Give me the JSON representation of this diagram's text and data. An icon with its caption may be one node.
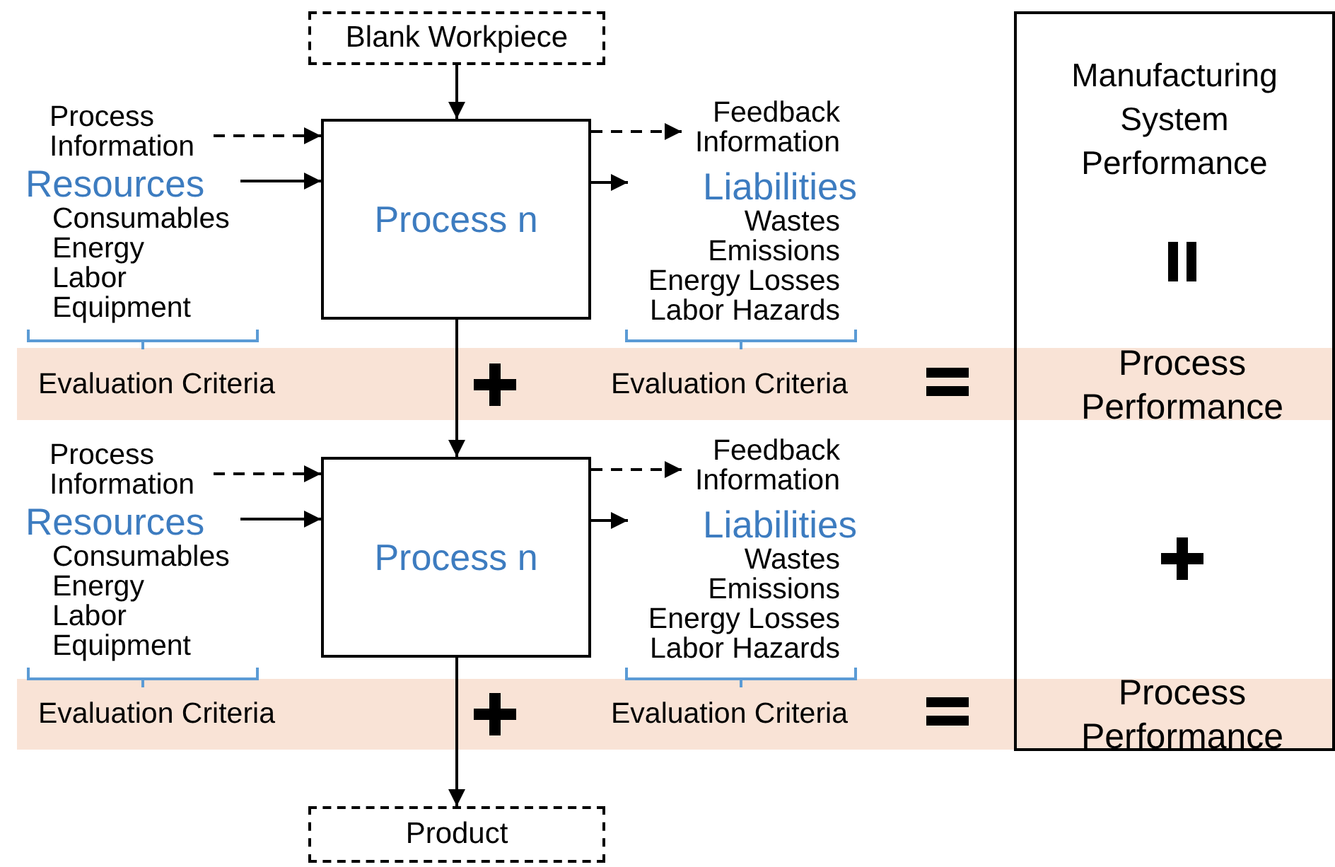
{
  "diagram": {
    "nodes": [
      {
        "text": [
          "Blank Workpiece"
        ]
      },
      {
        "text": [
          "Process n"
        ]
      },
      {
        "text": [
          "Process Information"
        ]
      },
      {
        "text": [
          "Resources",
          "Consumables",
          "Energy",
          "Labor",
          "Equipment"
        ]
      },
      {
        "text": [
          "Feedback Information"
        ]
      },
      {
        "text": [
          "Liabilities",
          "Wastes",
          "Emissions",
          "Energy Losses",
          "Labor Hazards"
        ]
      },
      {
        "text": [
          "Process n"
        ]
      },
      {
        "text": [
          "Process Information"
        ]
      },
      {
        "text": [
          "Resources",
          "Consumables",
          "Energy",
          "Labor",
          "Equipment"
        ]
      },
      {
        "text": [
          "Feedback Information"
        ]
      },
      {
        "text": [
          "Liabilities",
          "Wastes",
          "Emissions",
          "Energy Losses",
          "Labor Hazards"
        ]
      },
      {
        "text": [
          "Product"
        ]
      },
      {
        "text": [
          "Manufacturing System Performance"
        ]
      }
    ],
    "edges": [
      {
        "from": 0,
        "to": 1,
        "arrow": "to"
      },
      {
        "from": 2,
        "to": 1,
        "arrow": "to",
        "style": "dashed"
      },
      {
        "from": 3,
        "to": 1,
        "arrow": "to"
      },
      {
        "from": 1,
        "to": 4,
        "arrow": "to",
        "style": "dashed"
      },
      {
        "from": 1,
        "to": 5,
        "arrow": "to"
      },
      {
        "from": 1,
        "to": 6,
        "arrow": "to"
      },
      {
        "from": 7,
        "to": 6,
        "arrow": "to",
        "style": "dashed"
      },
      {
        "from": 8,
        "to": 6,
        "arrow": "to"
      },
      {
        "from": 6,
        "to": 9,
        "arrow": "to",
        "style": "dashed"
      },
      {
        "from": 6,
        "to": 10,
        "arrow": "to"
      },
      {
        "from": 6,
        "to": 11,
        "arrow": "to"
      }
    ],
    "labels": [
      "Evaluation Criteria",
      "Evaluation Criteria",
      "Process Performance",
      "Evaluation Criteria",
      "Evaluation Criteria",
      "Process Performance"
    ]
  }
}
